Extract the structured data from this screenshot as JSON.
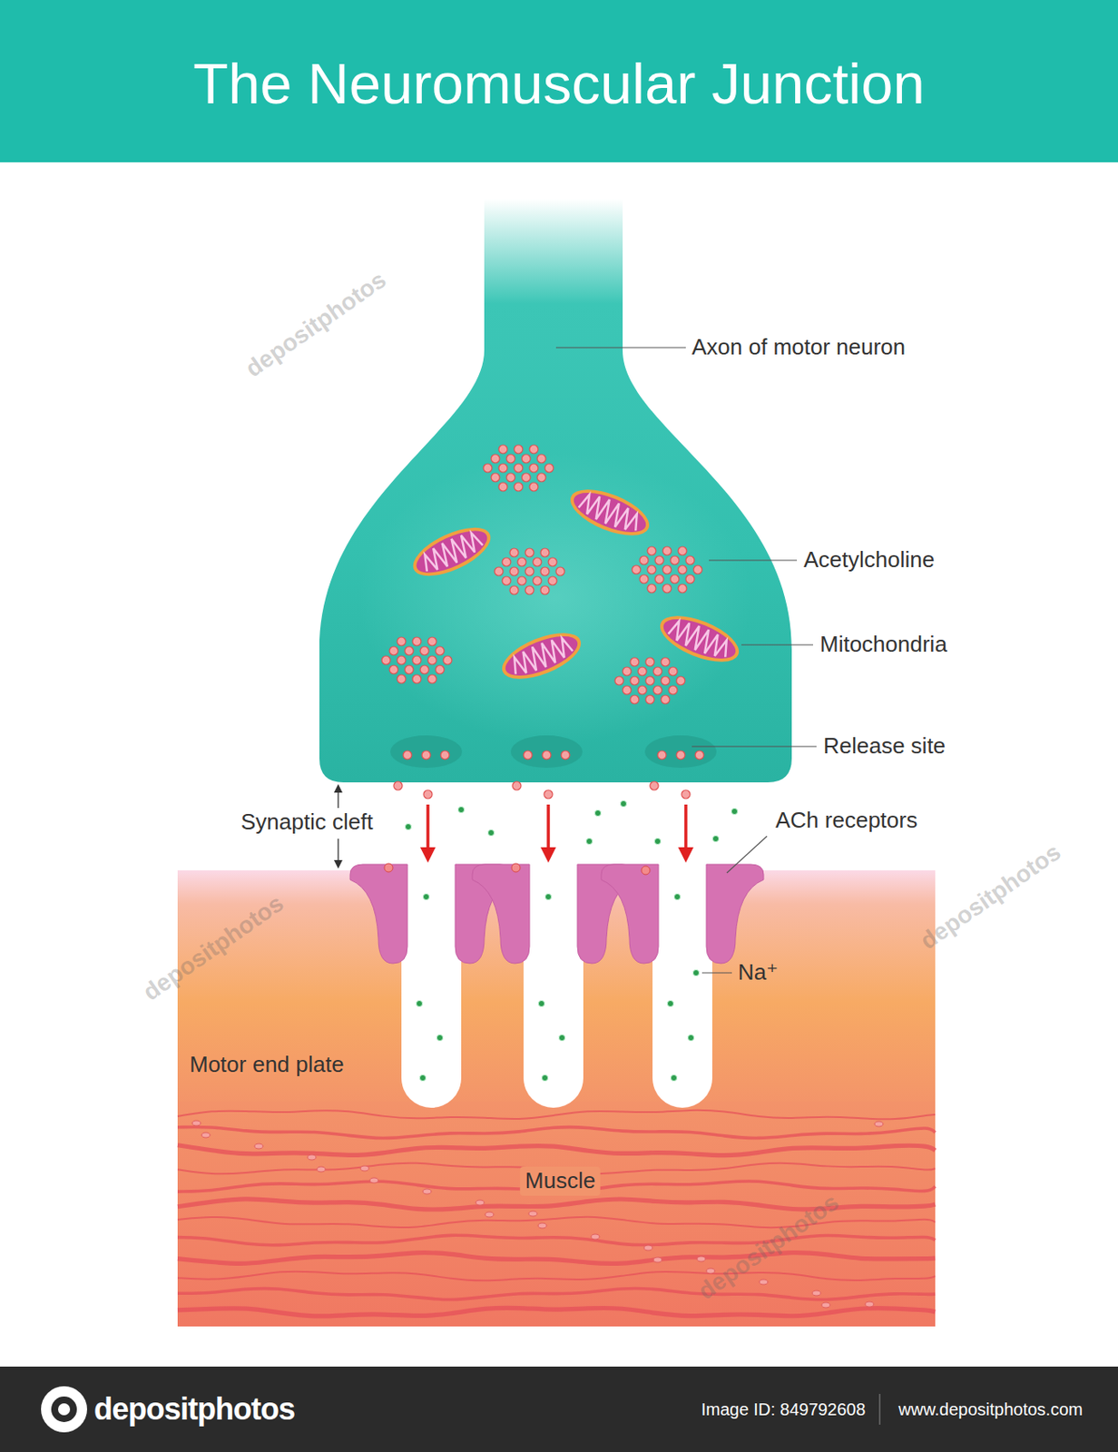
{
  "diagram": {
    "title": "The Neuromuscular Junction",
    "nodes": [
      {
        "text": [
          "depositphotos",
          "Image ID: 849792608",
          "www.depositphotos.com"
        ]
      }
    ],
    "labels": [
      "Axon of motor neuron",
      "Acetylcholine",
      "Mitochondria",
      "Release site",
      "Synaptic cleft",
      "ACh receptors",
      "Na⁺",
      "Motor end plate",
      "Muscle",
      "depositphotos",
      "depositphotos",
      "depositphotos",
      "depositphotos"
    ]
  }
}
